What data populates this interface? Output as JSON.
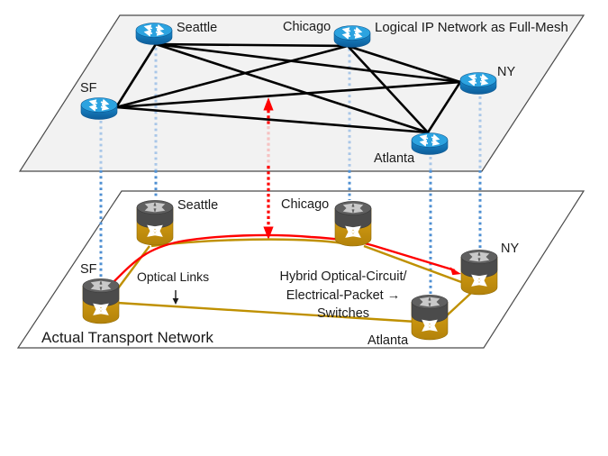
{
  "logical_plane": {
    "title": "Logical IP Network as Full-Mesh",
    "nodes": {
      "seattle": "Seattle",
      "chicago": "Chicago",
      "ny": "NY",
      "sf": "SF",
      "atlanta": "Atlanta"
    }
  },
  "transport_plane": {
    "title": "Actual Transport Network",
    "nodes": {
      "seattle": "Seattle",
      "chicago": "Chicago",
      "ny": "NY",
      "sf": "SF",
      "atlanta": "Atlanta"
    },
    "annotations": {
      "optical_links_label": "Optical Links",
      "hybrid_switch_line1": "Hybrid Optical-Circuit/",
      "hybrid_switch_line2": "Electrical-Packet →",
      "hybrid_switch_line3": "Switches"
    }
  },
  "icons": {
    "router": "ip-router-icon",
    "switch": "optical-switch-icon",
    "vertical_mapping": "dotted-mapping-line",
    "layer_arrow": "red-double-arrow"
  },
  "colors": {
    "router_blue": "#1E86C7",
    "switch_gold": "#C8940E",
    "switch_gray": "#4B4B4B",
    "optical_link_gold": "#BF9000",
    "circuit_red": "#FF0000",
    "mapping_blue": "#4E8FD2",
    "mesh_black": "#000000",
    "plane_fill": "#F2F2F2"
  }
}
